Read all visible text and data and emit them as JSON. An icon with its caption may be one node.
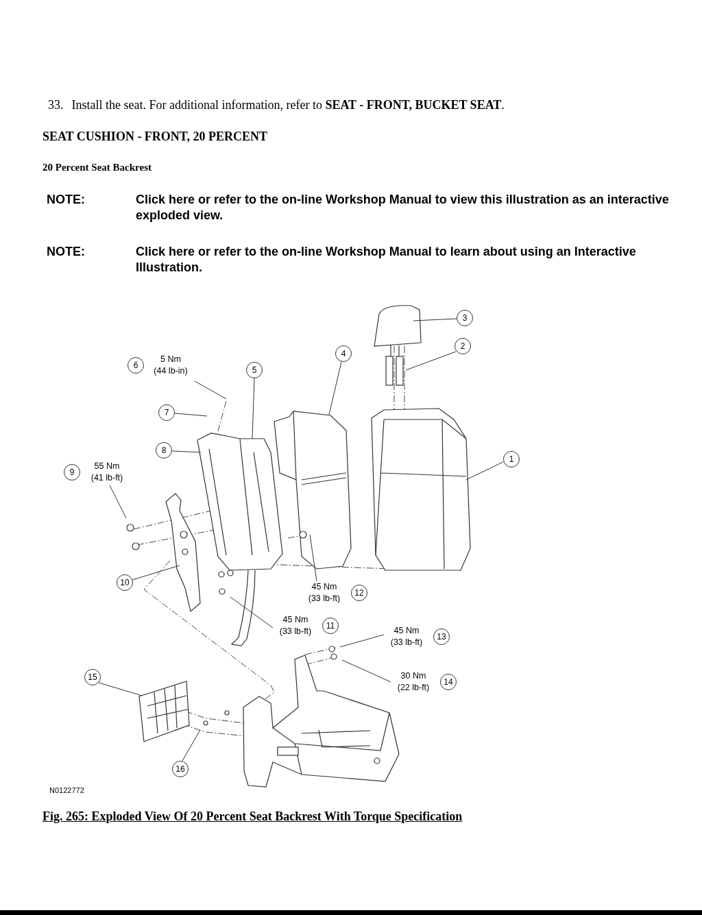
{
  "diagram": {
    "title": "SEAT CUSHION - FRONT, 20 PERCENT",
    "caption": "Fig. 265: Exploded View Of 20 Percent Seat Backrest With Torque Specification",
    "nodes": [
      {
        "text": [
          "1"
        ]
      },
      {
        "text": [
          "2"
        ]
      },
      {
        "text": [
          "3"
        ]
      },
      {
        "text": [
          "4"
        ]
      },
      {
        "text": [
          "5"
        ]
      },
      {
        "text": [
          "6"
        ],
        "beside": [
          "5 Nm (44 lb-in)"
        ]
      },
      {
        "text": [
          "7"
        ]
      },
      {
        "text": [
          "8"
        ]
      },
      {
        "text": [
          "9"
        ],
        "beside": [
          "55 Nm (41 lb-ft)"
        ]
      },
      {
        "text": [
          "10"
        ]
      },
      {
        "text": [
          "11"
        ],
        "beside": [
          "45 Nm (33 lb-ft)"
        ]
      },
      {
        "text": [
          "12"
        ],
        "beside": [
          "45 Nm (33 lb-ft)"
        ]
      },
      {
        "text": [
          "13"
        ],
        "beside": [
          "45 Nm (33 lb-ft)"
        ]
      },
      {
        "text": [
          "14"
        ],
        "beside": [
          "30 Nm (22 lb-ft)"
        ]
      },
      {
        "text": [
          "15"
        ]
      },
      {
        "text": [
          "16"
        ]
      }
    ],
    "edges": [
      {
        "from": 0,
        "to": null,
        "arrow": "none"
      },
      {
        "from": 1,
        "to": null,
        "arrow": "none"
      },
      {
        "from": 2,
        "to": null,
        "arrow": "none"
      },
      {
        "from": 3,
        "to": null,
        "arrow": "none"
      },
      {
        "from": 4,
        "to": null,
        "arrow": "none"
      },
      {
        "from": 5,
        "to": null,
        "arrow": "none"
      },
      {
        "from": 6,
        "to": null,
        "arrow": "none"
      },
      {
        "from": 7,
        "to": null,
        "arrow": "none"
      },
      {
        "from": 8,
        "to": null,
        "arrow": "none"
      },
      {
        "from": 9,
        "to": null,
        "arrow": "none"
      },
      {
        "from": 10,
        "to": null,
        "arrow": "none"
      },
      {
        "from": 11,
        "to": null,
        "arrow": "none"
      },
      {
        "from": 12,
        "to": null,
        "arrow": "none"
      },
      {
        "from": 13,
        "to": null,
        "arrow": "none"
      },
      {
        "from": 14,
        "to": null,
        "arrow": "none"
      },
      {
        "from": 15,
        "to": null,
        "arrow": "none"
      }
    ],
    "labels": [
      "33.",
      "Install the seat. For additional information, refer to **SEAT - FRONT, BUCKET SEAT**.",
      "20 Percent Seat Backrest",
      "NOTE:",
      "Click here or refer to the on-line Workshop Manual to view this illustration as an interactive exploded view.",
      "NOTE:",
      "Click here or refer to the on-line Workshop Manual to learn about using an Interactive Illustration.",
      "N0122772"
    ]
  }
}
